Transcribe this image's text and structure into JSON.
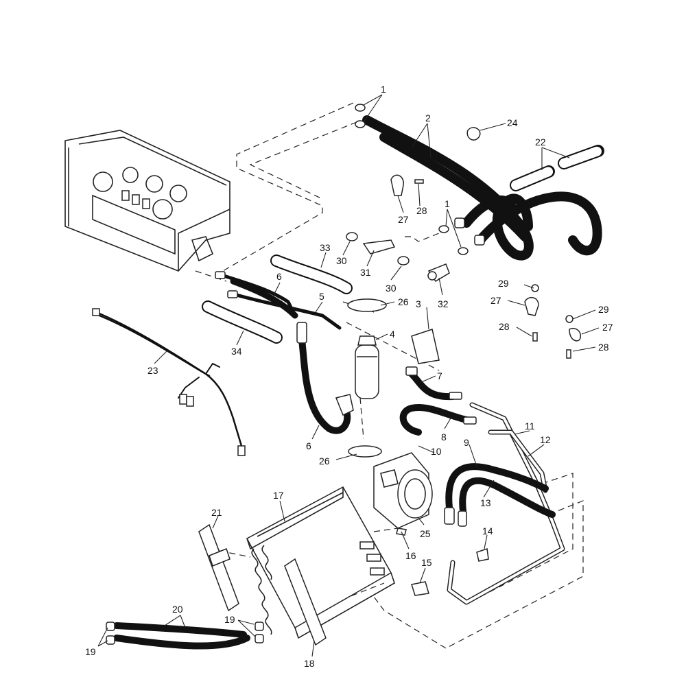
{
  "callouts": {
    "n1a": "1",
    "n1b": "1",
    "n2": "2",
    "n3": "3",
    "n4": "4",
    "n5": "5",
    "n6a": "6",
    "n6b": "6",
    "n7": "7",
    "n8": "8",
    "n9": "9",
    "n10": "10",
    "n11": "11",
    "n12": "12",
    "n13": "13",
    "n14": "14",
    "n15": "15",
    "n16": "16",
    "n17": "17",
    "n18": "18",
    "n19a": "19",
    "n19b": "19",
    "n20": "20",
    "n21": "21",
    "n22": "22",
    "n23": "23",
    "n24": "24",
    "n25": "25",
    "n26a": "26",
    "n26b": "26",
    "n27a": "27",
    "n27b": "27",
    "n27c": "27",
    "n28a": "28",
    "n28b": "28",
    "n28c": "28",
    "n29a": "29",
    "n29b": "29",
    "n30a": "30",
    "n30b": "30",
    "n31": "31",
    "n32": "32",
    "n33": "33",
    "n34": "34"
  }
}
